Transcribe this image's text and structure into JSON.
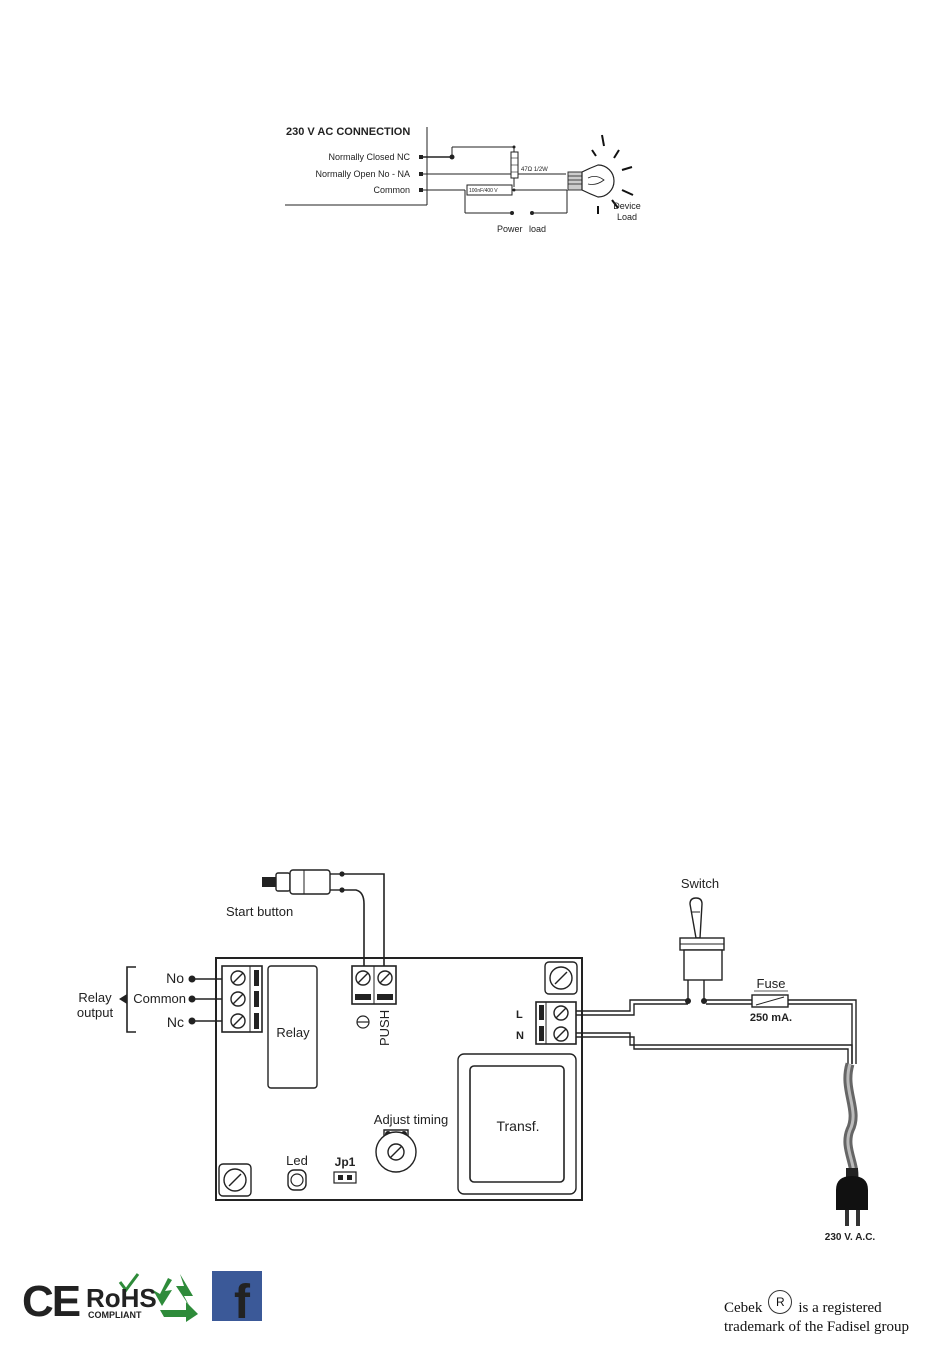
{
  "top_diagram": {
    "title": "230 V AC CONNECTION",
    "nc_label": "Normally Closed NC",
    "no_label": "Normally Open  No - NA",
    "common_label": "Common",
    "resistor_label": "47Ω 1/2W",
    "capacitor_label": "100nF/400 V",
    "power_load_left": "Power",
    "power_load_right": "load",
    "device_line1": "Device",
    "device_line2": "Load"
  },
  "main_diagram": {
    "start_button": "Start button",
    "relay_output_line1": "Relay",
    "relay_output_line2": "output",
    "no": "No",
    "common": "Common",
    "nc": "Nc",
    "relay": "Relay",
    "push": "PUSH",
    "adjust_timing": "Adjust timing",
    "transf": "Transf.",
    "led": "Led",
    "jp1": "Jp1",
    "terminal_l": "L",
    "terminal_n": "N",
    "switch": "Switch",
    "fuse": "Fuse",
    "fuse_rating": "250 mA.",
    "mains": "230 V. A.C."
  },
  "footer": {
    "logos": {
      "ce": "CE",
      "rohs": "RoHS",
      "rohs_sub": "COMPLIANT",
      "facebook": "f"
    },
    "brand": "Cebek",
    "registered_mark": "R",
    "trademark_line1": "is a registered",
    "trademark_line2": "trademark of the Fadisel group"
  }
}
